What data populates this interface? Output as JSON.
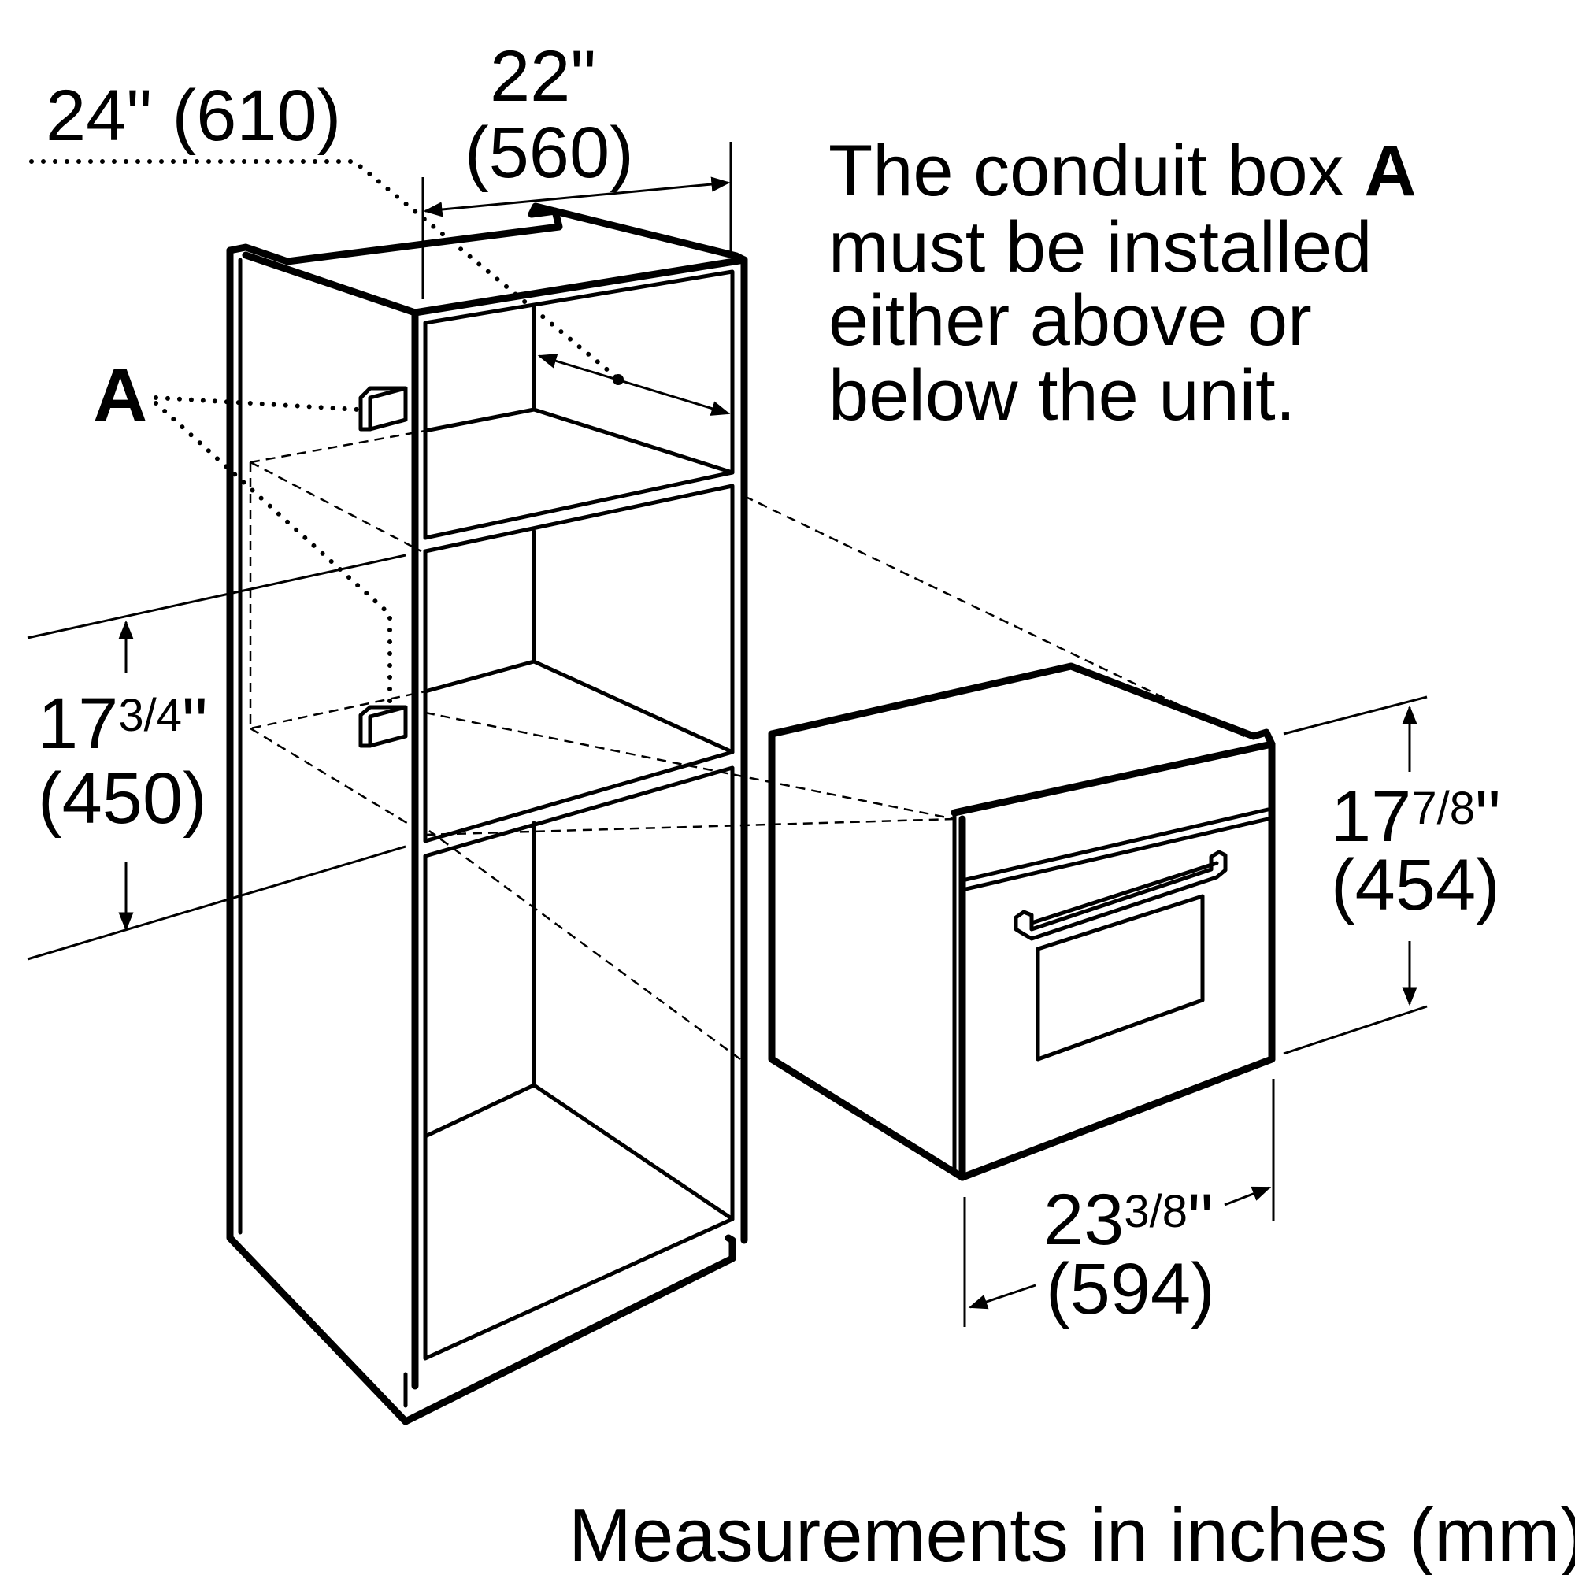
{
  "dimensions": {
    "depth_cutout": "24\" (610)",
    "width_cutout_in": "22\"",
    "width_cutout_mm": "(560)",
    "cutout_height_whole": "17",
    "cutout_height_frac": "3/4",
    "cutout_height_mm": "(450)",
    "unit_height_whole": "17",
    "unit_height_frac": "7/8",
    "unit_height_mm": "(454)",
    "unit_width_whole": "23",
    "unit_width_frac": "3/8",
    "unit_width_mm": "(594)",
    "inch_mark": "\""
  },
  "callout": {
    "label": "A"
  },
  "note": {
    "line1_prefix": "The conduit box ",
    "line1_bold": "A",
    "line2": "must be installed",
    "line3": "either above or",
    "line4": "below the unit."
  },
  "footer": "Measurements in inches (mm)"
}
